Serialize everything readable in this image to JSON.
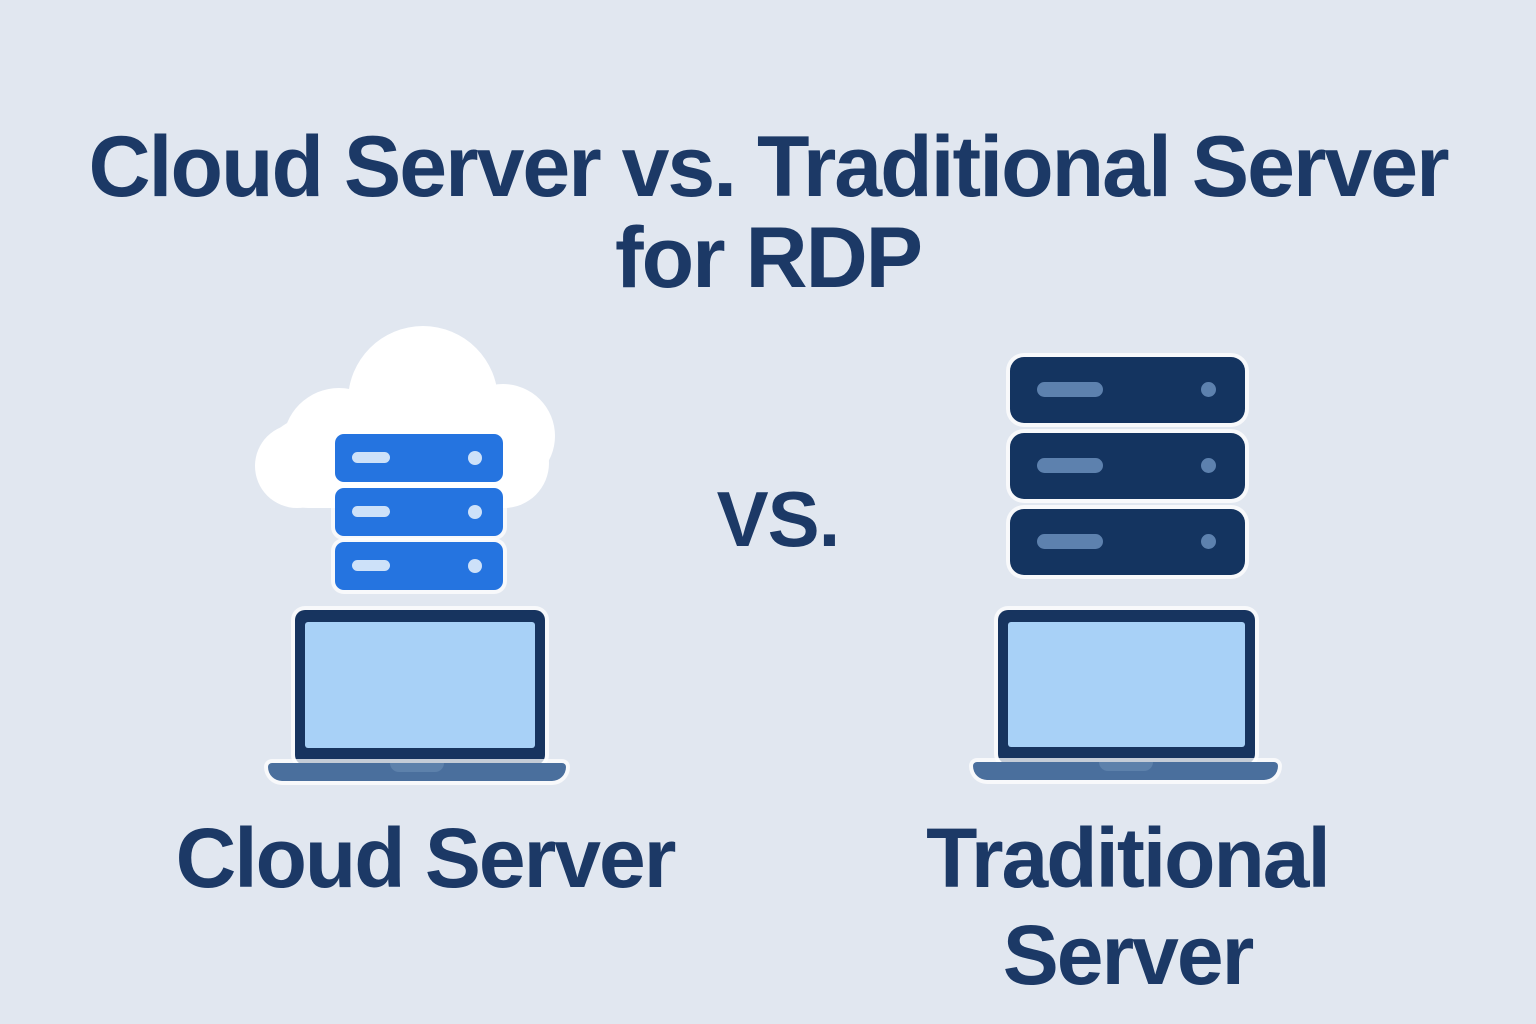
{
  "title": {
    "line1": "Cloud Server vs. Traditional Server",
    "line2": "for RDP"
  },
  "vs_label": "VS.",
  "left": {
    "label": "Cloud Server",
    "icons": [
      "cloud-icon",
      "server-stack-icon",
      "laptop-icon"
    ]
  },
  "right": {
    "label": "Traditional Server",
    "icons": [
      "server-stack-icon",
      "laptop-icon"
    ]
  },
  "colors": {
    "background": "#e1e7f0",
    "navy_text": "#1c3966",
    "cloud_white": "#ffffff",
    "blue_server": "#2574e0",
    "blue_server_detail": "#cde1f9",
    "dark_server": "#143460",
    "dark_server_detail": "#5d81ae",
    "laptop_frame": "#17345f",
    "laptop_screen": "#a8d1f7",
    "laptop_base": "#4a6f9d",
    "laptop_notch": "#5d81ab"
  }
}
